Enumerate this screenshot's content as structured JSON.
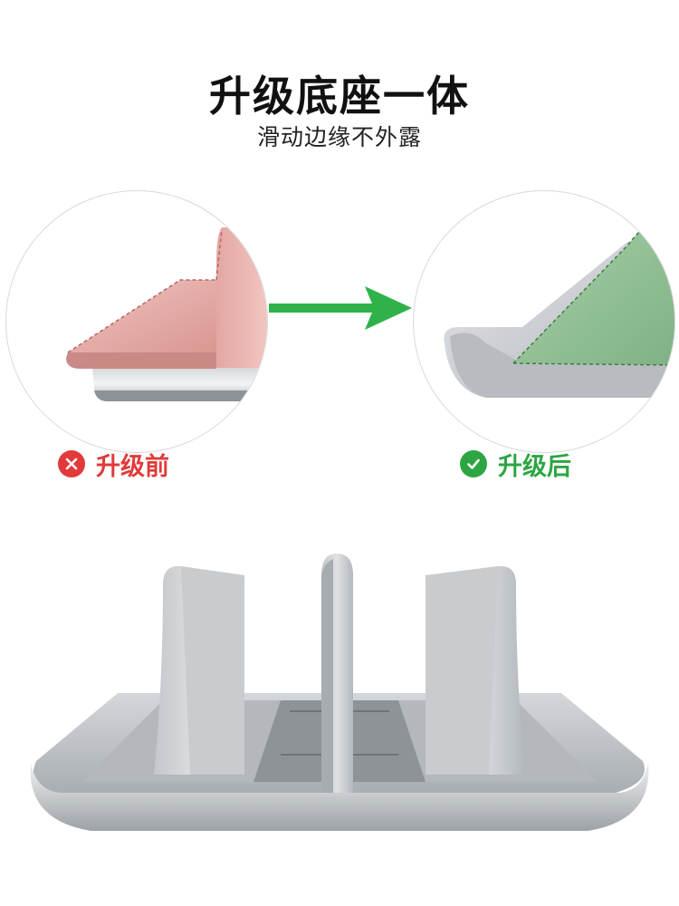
{
  "header": {
    "title": "升级底座一体",
    "subtitle": "滑动边缘不外露"
  },
  "comparison": {
    "before_label": "升级前",
    "after_label": "升级后",
    "before_icon": "cross-icon",
    "after_icon": "check-icon"
  },
  "colors": {
    "before_accent": "#e23a3a",
    "after_accent": "#2ea543",
    "arrow": "#2fb24a",
    "pink_panel": "#e8aaa5",
    "green_panel": "#8fbf93",
    "aluminum": "#c4c8cc"
  }
}
